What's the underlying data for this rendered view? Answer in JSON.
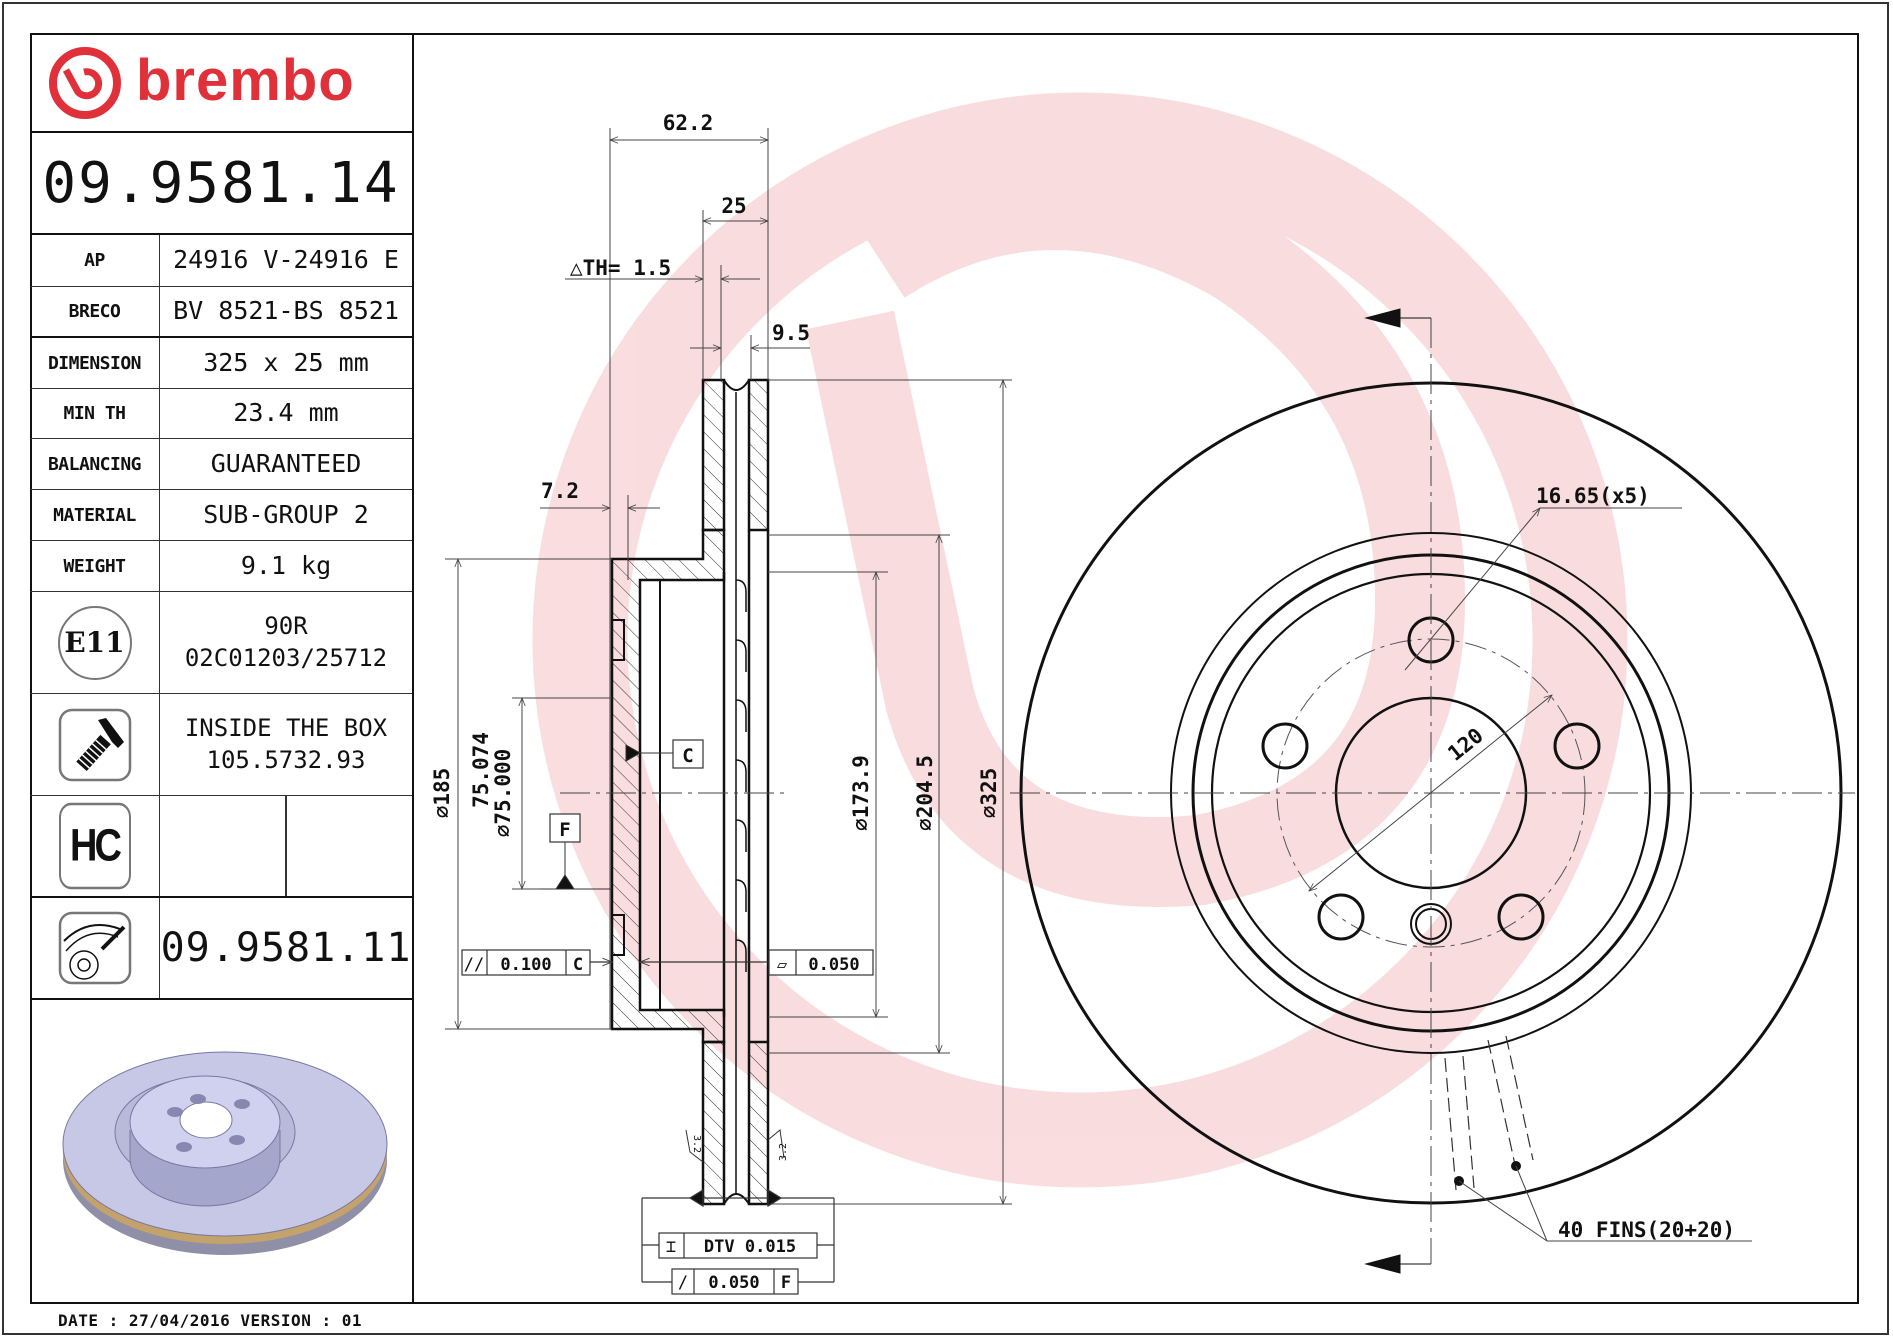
{
  "brand": {
    "name": "brembo",
    "color": "#e0303a"
  },
  "part_number": "09.9581.14",
  "specs": [
    {
      "label": "AP",
      "value": "24916 V-24916 E"
    },
    {
      "label": "BRECO",
      "value": "BV 8521-BS 8521"
    },
    {
      "label": "DIMENSION",
      "value": "325 x 25 mm"
    },
    {
      "label": "MIN TH",
      "value": "23.4 mm"
    },
    {
      "label": "BALANCING",
      "value": "GUARANTEED"
    },
    {
      "label": "MATERIAL",
      "value": "SUB-GROUP 2"
    },
    {
      "label": "WEIGHT",
      "value": "9.1 kg"
    }
  ],
  "approval": {
    "badge": "E11",
    "line1": "90R",
    "line2": "02C01203/25712"
  },
  "screw": {
    "line1": "INSIDE THE BOX",
    "line2": "105.5732.93"
  },
  "hc": {
    "badge": "HC"
  },
  "alt_part": {
    "number": "09.9581.11"
  },
  "footer": {
    "date_text": "DATE : 27/04/2016 VERSION : 01"
  },
  "drawing": {
    "dims": {
      "overall_height": "62.2",
      "thickness": "25",
      "delta_th": "△TH= 1.5",
      "cheek": "9.5",
      "hat_wall": "7.2",
      "d185": "185",
      "d75_upper": "75.074",
      "d75_lower": "75.000",
      "d173": "173.9",
      "d204": "204.5",
      "d325": "325",
      "bolt_hole": "16.65(x5)",
      "pcd": "120",
      "fins": "40 FINS(20+20)",
      "roughness_left": "3.2",
      "roughness_right": "3.2"
    },
    "datums": {
      "c": "C",
      "f": "F"
    },
    "tolerances": {
      "parallelism": {
        "symbol": "//",
        "value": "0.100",
        "datum": "C"
      },
      "flatness": {
        "symbol": "▱",
        "value": "0.050"
      },
      "dtv": {
        "label": "DTV",
        "value": "0.015"
      },
      "runout": {
        "symbol": "/",
        "value": "0.050",
        "datum": "F"
      }
    },
    "diameter_symbol": "∅"
  }
}
